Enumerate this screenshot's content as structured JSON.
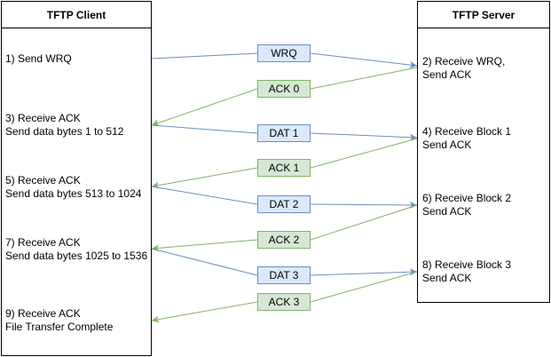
{
  "client": {
    "title": "TFTP Client",
    "steps": [
      {
        "lines": [
          "1) Send WRQ"
        ]
      },
      {
        "lines": [
          "3) Receive ACK",
          "Send data bytes 1 to 512"
        ]
      },
      {
        "lines": [
          "5) Receive ACK",
          "Send data bytes 513 to 1024"
        ]
      },
      {
        "lines": [
          "7) Receive ACK",
          "Send data bytes 1025 to 1536"
        ]
      },
      {
        "lines": [
          "9) Receive ACK",
          "File Transfer Complete"
        ]
      }
    ]
  },
  "server": {
    "title": "TFTP Server",
    "steps": [
      {
        "lines": [
          "2) Receive WRQ,",
          "Send ACK"
        ]
      },
      {
        "lines": [
          "4) Receive Block 1",
          "Send ACK"
        ]
      },
      {
        "lines": [
          "6) Receive Block 2",
          "Send ACK"
        ]
      },
      {
        "lines": [
          "8) Receive Block 3",
          "Send ACK"
        ]
      }
    ]
  },
  "messages": [
    {
      "label": "WRQ",
      "kind": "request"
    },
    {
      "label": "ACK 0",
      "kind": "ack"
    },
    {
      "label": "DAT 1",
      "kind": "request"
    },
    {
      "label": "ACK 1",
      "kind": "ack"
    },
    {
      "label": "DAT 2",
      "kind": "request"
    },
    {
      "label": "ACK 2",
      "kind": "ack"
    },
    {
      "label": "DAT 3",
      "kind": "request"
    },
    {
      "label": "ACK 3",
      "kind": "ack"
    }
  ],
  "colors": {
    "request_fill": "#dae8fc",
    "request_stroke": "#6c8ebf",
    "ack_fill": "#d5e8d4",
    "ack_stroke": "#82b366"
  }
}
